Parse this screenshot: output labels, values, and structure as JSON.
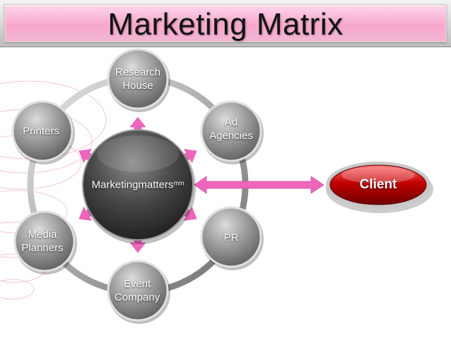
{
  "title": "Marketing Matrix",
  "center": {
    "name": "Marketingmatters",
    "superscript": "mm"
  },
  "client": "Client",
  "nodes": {
    "research": [
      "Research",
      "House"
    ],
    "ad": [
      "Ad",
      "Agencies"
    ],
    "pr": [
      "PR"
    ],
    "event": [
      "Event",
      "Company"
    ],
    "media": [
      "Media",
      "Planners"
    ],
    "printers": [
      "Printers"
    ]
  },
  "colors": {
    "title_pink": "#f7a8cc",
    "arrow_pink": "#ee66bb",
    "node_gray": "#8c8c8c",
    "center_dark": "#3a3a3a",
    "client_red": "#b00000"
  }
}
